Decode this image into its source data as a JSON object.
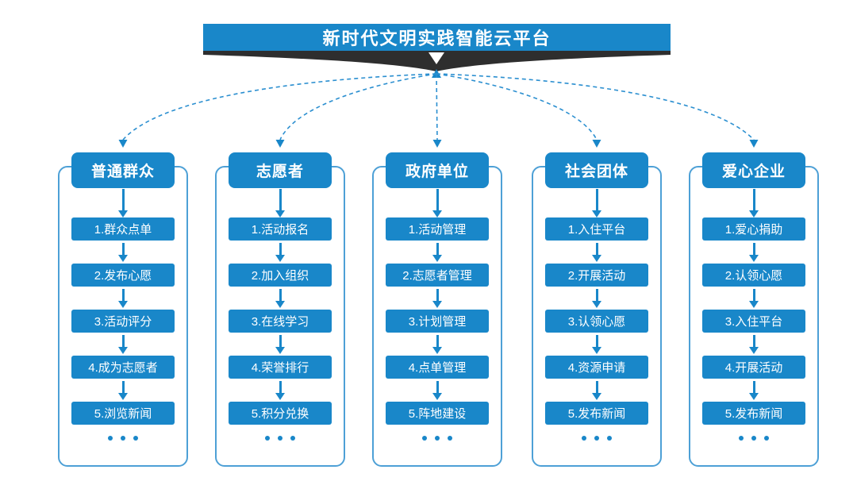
{
  "title": "新时代文明实践智能云平台",
  "colors": {
    "primary_blue": "#1987c9",
    "outline_blue": "#4da0d6",
    "connector_blue": "#2b8fd0",
    "ribbon_dark": "#2e2e2e",
    "background": "#ffffff",
    "text_on_blue": "#ffffff"
  },
  "columns": [
    {
      "header": "普通群众",
      "items": [
        "1.群众点单",
        "2.发布心愿",
        "3.活动评分",
        "4.成为志愿者",
        "5.浏览新闻"
      ],
      "more": "..."
    },
    {
      "header": "志愿者",
      "items": [
        "1.活动报名",
        "2.加入组织",
        "3.在线学习",
        "4.荣誉排行",
        "5.积分兑换"
      ],
      "more": "..."
    },
    {
      "header": "政府单位",
      "items": [
        "1.活动管理",
        "2.志愿者管理",
        "3.计划管理",
        "4.点单管理",
        "5.阵地建设"
      ],
      "more": "..."
    },
    {
      "header": "社会团体",
      "items": [
        "1.入住平台",
        "2.开展活动",
        "3.认领心愿",
        "4.资源申请",
        "5.发布新闻"
      ],
      "more": "..."
    },
    {
      "header": "爱心企业",
      "items": [
        "1.爱心捐助",
        "2.认领心愿",
        "3.入住平台",
        "4.开展活动",
        "5.发布新闻"
      ],
      "more": "..."
    }
  ]
}
